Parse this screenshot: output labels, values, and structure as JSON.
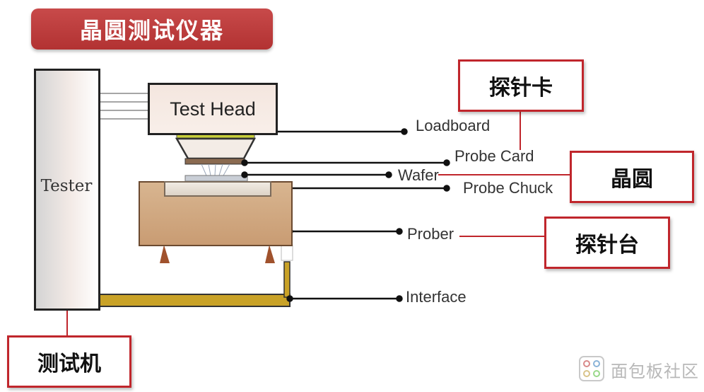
{
  "title": "晶圆测试仪器",
  "components": {
    "tester": "Tester",
    "test_head": "Test Head"
  },
  "labels": {
    "loadboard": "Loadboard",
    "probe_card": "Probe Card",
    "wafer": "Wafer",
    "probe_chuck": "Probe Chuck",
    "prober": "Prober",
    "interface": "Interface"
  },
  "callouts": {
    "probe_card_cn": "探针卡",
    "wafer_cn": "晶圆",
    "prober_cn": "探针台",
    "tester_cn": "测试机"
  },
  "watermark": {
    "text": "面包板社区"
  },
  "colors": {
    "accent_red": "#c0262c",
    "interface_gold": "#c9a227",
    "prober_tan": "#cfa57c"
  }
}
